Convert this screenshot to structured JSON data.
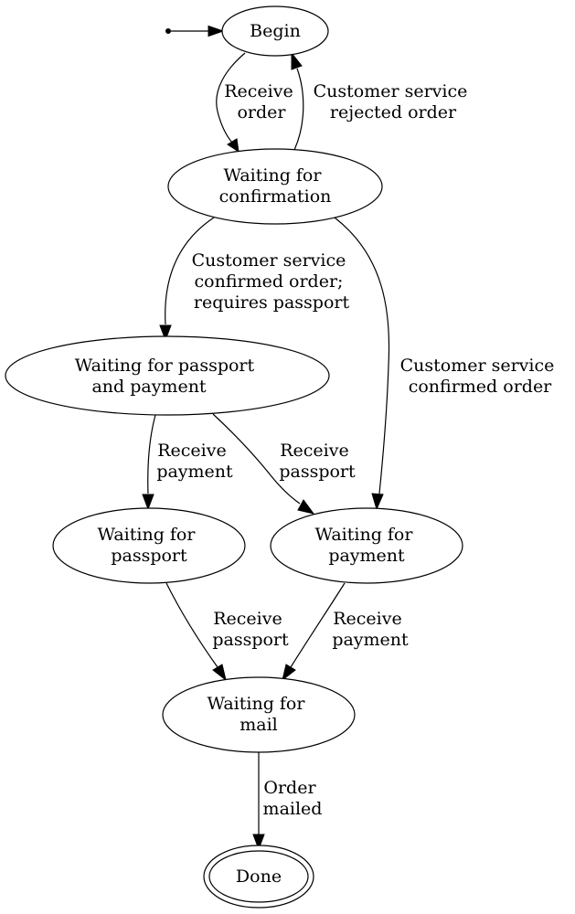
{
  "nodes": {
    "begin": {
      "lines": [
        "Begin"
      ]
    },
    "waiting_confirmation": {
      "lines": [
        "Waiting for",
        "confirmation"
      ]
    },
    "waiting_passport_payment": {
      "lines": [
        "Waiting for passport",
        "and payment"
      ]
    },
    "waiting_passport": {
      "lines": [
        "Waiting for",
        "passport"
      ]
    },
    "waiting_payment": {
      "lines": [
        "Waiting for",
        "payment"
      ]
    },
    "waiting_mail": {
      "lines": [
        "Waiting for",
        "mail"
      ]
    },
    "done": {
      "lines": [
        "Done"
      ]
    }
  },
  "edges": {
    "receive_order": {
      "lines": [
        "Receive",
        "order"
      ]
    },
    "rejected_order": {
      "lines": [
        "Customer service",
        "rejected order"
      ]
    },
    "confirmed_requires_passport": {
      "lines": [
        "Customer service",
        "confirmed order;",
        "requires passport"
      ]
    },
    "confirmed_order": {
      "lines": [
        "Customer service",
        "confirmed order"
      ]
    },
    "pp_receive_payment": {
      "lines": [
        "Receive",
        "payment"
      ]
    },
    "pp_receive_passport": {
      "lines": [
        "Receive",
        "passport"
      ]
    },
    "passport_receive_passport": {
      "lines": [
        "Receive",
        "passport"
      ]
    },
    "payment_receive_payment": {
      "lines": [
        "Receive",
        "payment"
      ]
    },
    "order_mailed": {
      "lines": [
        "Order",
        "mailed"
      ]
    }
  }
}
